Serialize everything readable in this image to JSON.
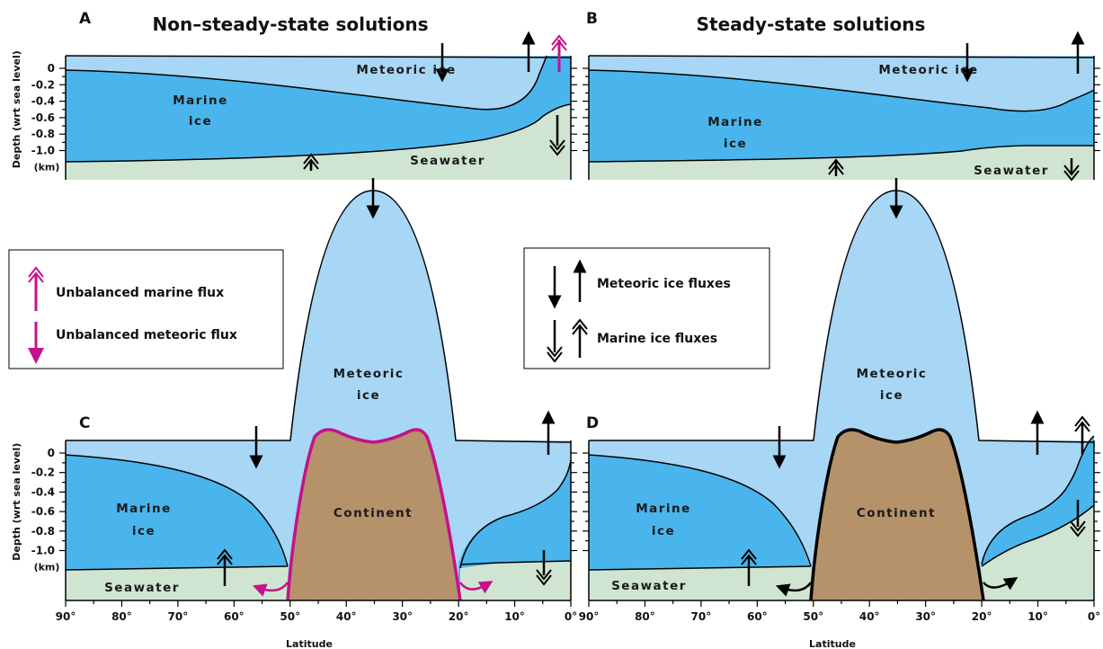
{
  "panels": {
    "a": {
      "letter": "A",
      "title": "Non–steady-state solutions"
    },
    "b": {
      "letter": "B",
      "title": "Steady-state solutions"
    },
    "c": {
      "letter": "C"
    },
    "d": {
      "letter": "D"
    }
  },
  "labels": {
    "meteoric": "Meteoric",
    "ice": "ice",
    "marine": "Marine",
    "seawater": "Seawater",
    "continent": "Continent"
  },
  "axes": {
    "depth_label": "Depth (wrt sea level)",
    "depth_unit": "(km)",
    "depth_ticks": [
      "0",
      "-0.2",
      "-0.4",
      "-0.6",
      "-0.8",
      "-1.0"
    ],
    "latitude_label": "Latitude",
    "latitude_ticks": [
      "90°",
      "80°",
      "70°",
      "60°",
      "50°",
      "40°",
      "30°",
      "20°",
      "10°",
      "0°"
    ]
  },
  "legend_left": {
    "marine": "Unbalanced marine flux",
    "meteoric": "Unbalanced meteoric flux"
  },
  "legend_right": {
    "meteoric": "Meteoric ice fluxes",
    "marine": "Marine ice fluxes"
  },
  "colors": {
    "meteoric_ice": "#a8d6f5",
    "marine_ice": "#4ab5ec",
    "seawater": "#cfe5d2",
    "continent": "#b5926a",
    "unbalanced": "#c5118a"
  }
}
